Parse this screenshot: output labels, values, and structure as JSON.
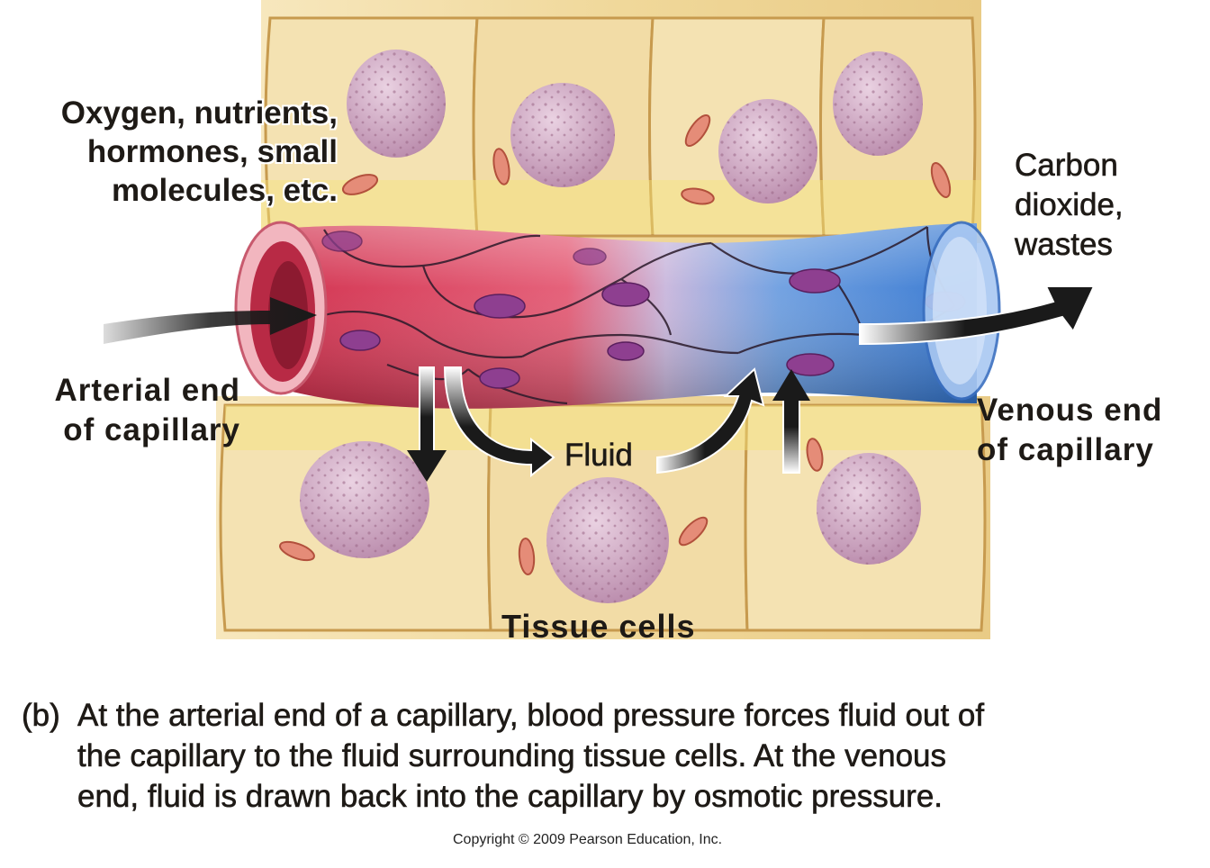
{
  "labels": {
    "inputs": "Oxygen, nutrients,\nhormones, small\nmolecules, etc.",
    "wastes": "Carbon\ndioxide,\nwastes",
    "arterial_end": "Arterial end\nof capillary",
    "venous_end": "Venous end\nof capillary",
    "fluid": "Fluid",
    "tissue_cells": "Tissue cells"
  },
  "caption": {
    "tag": "(b)",
    "text": "At the arterial end of a capillary, blood pressure forces fluid out of\nthe capillary to the fluid surrounding tissue cells. At the venous\nend, fluid is drawn back into the capillary by osmotic pressure."
  },
  "copyright": "Copyright © 2009 Pearson Education, Inc.",
  "colors": {
    "tissue": "#f0d89a",
    "tissue_edge": "#c79a4e",
    "arterial": "#d8344e",
    "venous": "#3a7fd4",
    "nucleus": "#c99ab8",
    "arrow": "#1a1a1a"
  }
}
